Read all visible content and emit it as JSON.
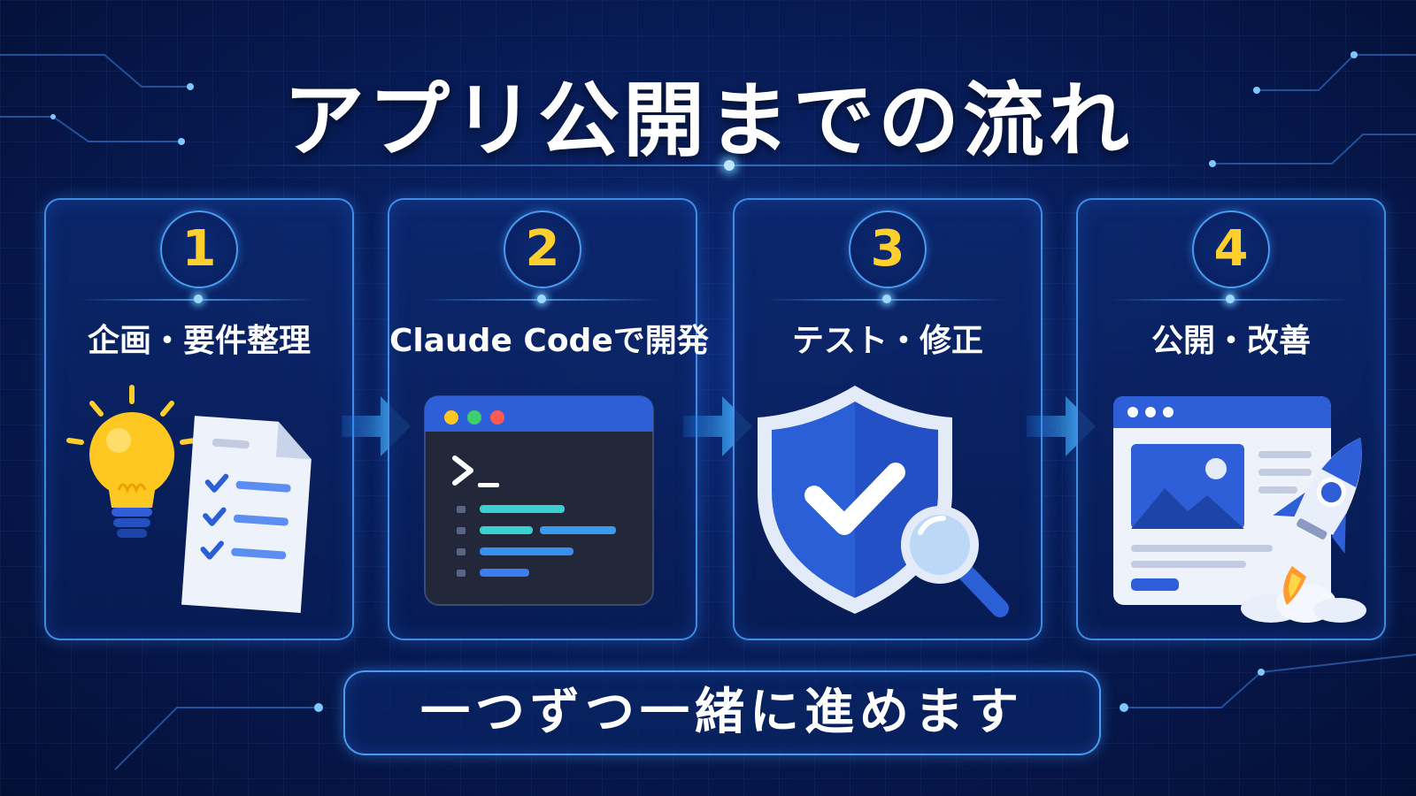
{
  "title": "アプリ公開までの流れ",
  "colors": {
    "background": "#071a52",
    "accent": "#4aa3ff",
    "number": "#ffcf2e",
    "card_border": "#46a0ff"
  },
  "steps": [
    {
      "number": "1",
      "label": "企画・要件整理",
      "icon": "lightbulb-checklist-icon"
    },
    {
      "number": "2",
      "label": "Claude Codeで開発",
      "icon": "terminal-window-icon"
    },
    {
      "number": "3",
      "label": "テスト・修正",
      "icon": "shield-check-magnifier-icon"
    },
    {
      "number": "4",
      "label": "公開・改善",
      "icon": "webpage-rocket-icon"
    }
  ],
  "footer": "一つずつ一緒に進めます"
}
